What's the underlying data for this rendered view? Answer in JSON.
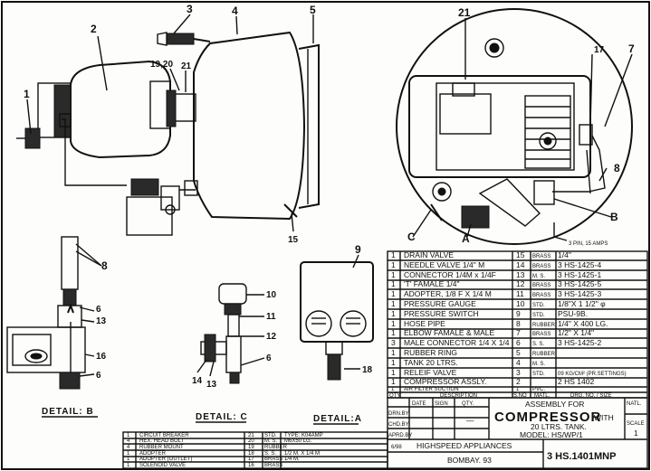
{
  "labels": {
    "n1": "1",
    "n2": "2",
    "n3": "3",
    "n4": "4",
    "n5": "5",
    "n19_20": "19,20",
    "n21a": "21",
    "n15": "15",
    "n21b": "21",
    "n17": "17",
    "n7": "7",
    "n8a": "8",
    "nB": "B",
    "nC": "C",
    "nA": "A",
    "n8b": "8",
    "n6a": "6",
    "n13a": "13",
    "n16": "16",
    "n6b": "6",
    "n10": "10",
    "n11": "11",
    "n12": "12",
    "n6c": "6",
    "n14": "14",
    "n13b": "13",
    "n9": "9",
    "n18": "18",
    "power_note": "3 PIN, 15 AMPS"
  },
  "details": {
    "b": "DETAIL: B",
    "c": "DETAIL: C",
    "a": "DETAIL:A"
  },
  "parts_right": [
    {
      "qty": "1",
      "desc": "DRAIN VALVE",
      "sno": "15",
      "matl": "BRASS",
      "drg": "1/4\""
    },
    {
      "qty": "1",
      "desc": "NEEDLE VALVE 1/4\" M",
      "sno": "14",
      "matl": "BRASS",
      "drg": "3 HS-1425-4"
    },
    {
      "qty": "1",
      "desc": "CONNECTOR 1/4M x 1/4F",
      "sno": "13",
      "matl": "M. S.",
      "drg": "3 HS-1425-1"
    },
    {
      "qty": "1",
      "desc": "'T' FAMALE 1/4\"",
      "sno": "12",
      "matl": "BRASS",
      "drg": "3 HS-1425-5"
    },
    {
      "qty": "1",
      "desc": "ADOPTER, 1/8 F X 1/4 M",
      "sno": "11",
      "matl": "BRASS",
      "drg": "3 HS-1425-3"
    },
    {
      "qty": "1",
      "desc": "PRESSURE GAUGE",
      "sno": "10",
      "matl": "STD.",
      "drg": "1/8\"X 1 1/2\" φ"
    },
    {
      "qty": "1",
      "desc": "PRESSURE SWITCH",
      "sno": "9",
      "matl": "STD.",
      "drg": "PSU-9B."
    },
    {
      "qty": "1",
      "desc": "HOSE PIPE",
      "sno": "8",
      "matl": "RUBBER",
      "drg": "1/4\" X 400 LG."
    },
    {
      "qty": "1",
      "desc": "ELBOW FAMALE & MALE",
      "sno": "7",
      "matl": "BRASS",
      "drg": "1/2\" X 1/4\""
    },
    {
      "qty": "3",
      "desc": "MALE CONNECTOR 1/4 X 1/4",
      "sno": "6",
      "matl": "S. S.",
      "drg": "3 HS-1425-2"
    },
    {
      "qty": "1",
      "desc": "RUBBER RING",
      "sno": "5",
      "matl": "RUBBER",
      "drg": ""
    },
    {
      "qty": "1",
      "desc": "TANK 20 LTRS.",
      "sno": "4",
      "matl": "M. S.",
      "drg": ""
    },
    {
      "qty": "1",
      "desc": "RELEIF VALVE",
      "sno": "3",
      "matl": "STD.",
      "drg": "09 KG/CM² (PR.SETTINGS)"
    },
    {
      "qty": "1",
      "desc": "COMPRESSOR ASSLY.",
      "sno": "2",
      "matl": "",
      "drg": "2 HS 1402"
    },
    {
      "qty": "1",
      "desc": "AIR FILTER SUCTION",
      "sno": "1",
      "matl": "PVC.",
      "drg": ""
    }
  ],
  "parts_header": {
    "qty": "QTY.",
    "desc": "DESCRIPTION",
    "sno": "S.NO",
    "matl": "MATL.",
    "drg": "DRG. NO. / SIZE"
  },
  "parts_left": [
    {
      "qty": "1",
      "desc": "CIRCUIT BREAKER",
      "sno": "21",
      "matl": "STD.",
      "drg": "TYPE: K04AMP"
    },
    {
      "qty": "4",
      "desc": "HEX. HEAD BOLT",
      "sno": "20",
      "matl": "M. S.",
      "drg": "M6X50 LG."
    },
    {
      "qty": "4",
      "desc": "RUBBER MOUNT",
      "sno": "19",
      "matl": "RUBBER",
      "drg": ""
    },
    {
      "qty": "1",
      "desc": "ADOPTER",
      "sno": "18",
      "matl": "S. S.",
      "drg": "1/2 M. X 1/4 M"
    },
    {
      "qty": "1",
      "desc": "ADOPTER (OUTLET)",
      "sno": "17",
      "matl": "BRASS",
      "drg": "1/4 M."
    },
    {
      "qty": "1",
      "desc": "SOLENOID VALVE",
      "sno": "16",
      "matl": "BRASS",
      "drg": ""
    }
  ],
  "title_block": {
    "date": "DATE",
    "sign": "SIGN",
    "qty": "QTY.",
    "drn_by": "DRN.BY",
    "chd_by": "CHD.BY",
    "apr_by": "APRD.BY",
    "dash": "—",
    "assembly_for": "ASSEMBLY FOR",
    "compressor": "COMPRESSOR",
    "with": "WITH",
    "tank": "20 LTRS. TANK.",
    "model": "MODEL: HS/WP/1",
    "date_value": "6/98",
    "company": "HIGHSPEED APPLIANCES",
    "city": "BOMBAY. 93",
    "drawing_no": "3 HS.1401MNP",
    "natl": "NATL.",
    "scale": "SCALE",
    "scale_value": "1"
  }
}
